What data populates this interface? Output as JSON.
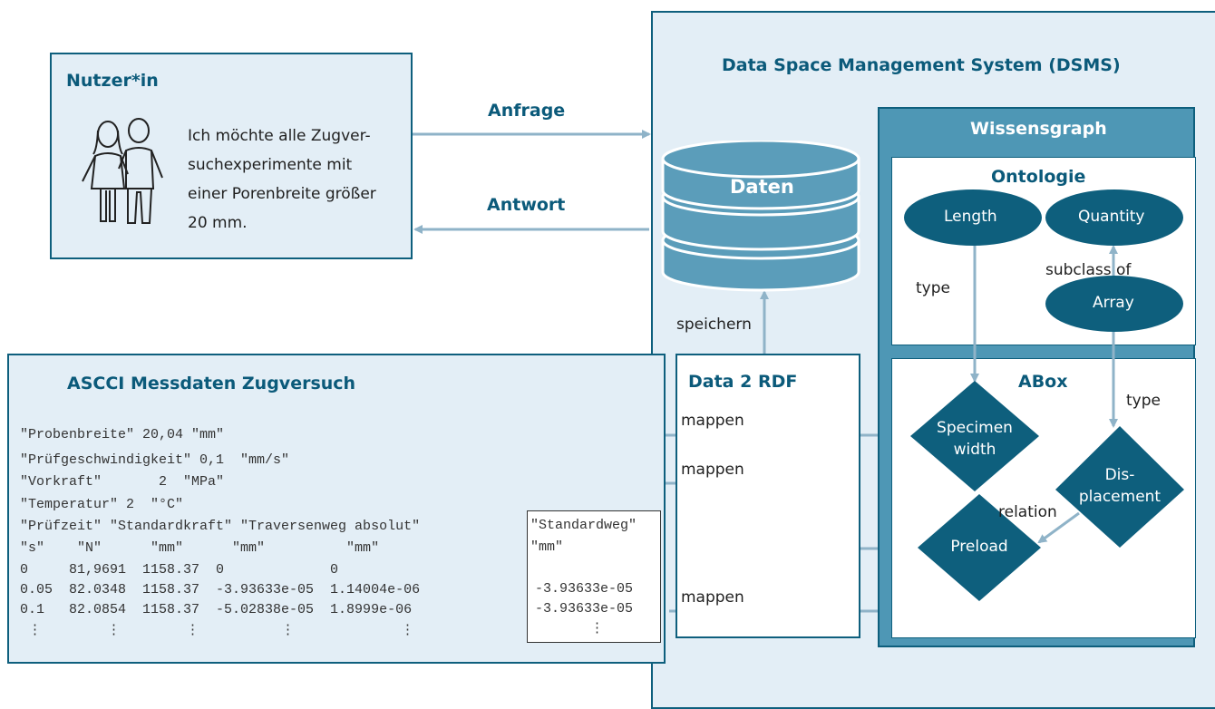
{
  "user_box": {
    "title": "Nutzer*in",
    "text_lines": [
      "Ich möchte alle Zugver-",
      "suchexperimente mit",
      "einer Porenbreite größer",
      "20 mm."
    ]
  },
  "arrows": {
    "request": "Anfrage",
    "response": "Antwort",
    "store": "speichern",
    "map": "mappen"
  },
  "dsms": {
    "title": "Data Space Management System (DSMS)",
    "database": "Daten",
    "converter": "Data 2 RDF",
    "knowledge_graph": {
      "title": "Wissensgraph",
      "ontology": {
        "title": "Ontologie",
        "nodes": {
          "length": "Length",
          "quantity": "Quantity",
          "array": "Array"
        },
        "edges": {
          "subclass": "subclass of",
          "type": "type"
        }
      },
      "abox": {
        "title": "ABox",
        "nodes": {
          "specimen_l1": "Specimen",
          "specimen_l2": "width",
          "displacement_l1": "Dis-",
          "displacement_l2": "placement",
          "preload": "Preload"
        },
        "edges": {
          "type": "type",
          "relation": "relation"
        }
      }
    }
  },
  "ascii_box": {
    "title": "ASCCI Messdaten Zugversuch",
    "lines": [
      "\"Probenbreite\" 20,04 \"mm\"",
      "\"Prüfgeschwindigkeit\" 0,1  \"mm/s\"",
      "\"Vorkraft\"       2  \"MPa\"",
      "\"Temperatur\" 2  \"°C\"",
      "\"Prüfzeit\" \"Standardkraft\" \"Traversenweg absolut\"",
      "\"s\"    \"N\"      \"mm\"      \"mm\"          \"mm\"",
      "0     81,9691  1158.37  0             0",
      "0.05  82.0348  1158.37  -3.93633e-05  1.14004e-06",
      "0.1   82.0854  1158.37  -5.02838e-05  1.8999e-06",
      " ⋮        ⋮        ⋮          ⋮             ⋮"
    ],
    "highlight_col": [
      "\"Standardweg\"",
      "\"mm\"",
      "",
      "-3.93633e-05",
      "-3.93633e-05",
      "⋮"
    ]
  },
  "colors": {
    "dark_teal": "#0e5f7d",
    "mid_teal": "#4e97b5",
    "light_bg": "#e3eef6",
    "arrow": "#8fb3c8"
  }
}
